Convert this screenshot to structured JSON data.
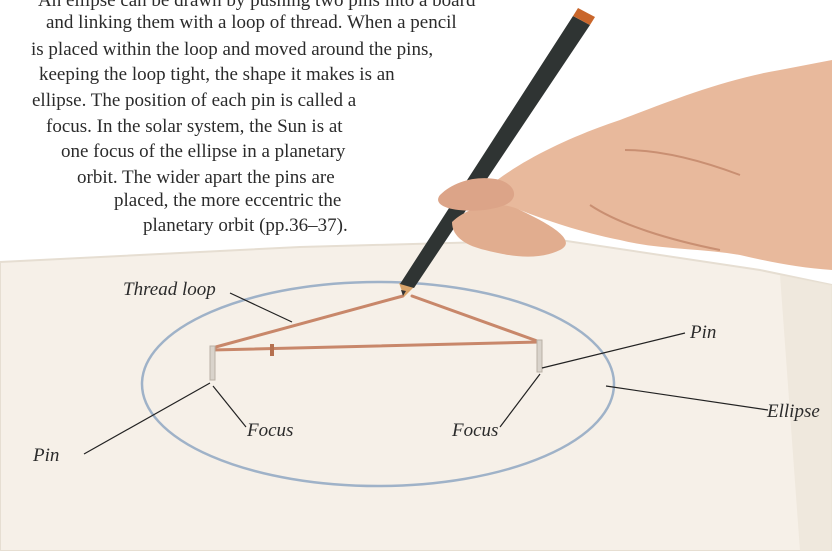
{
  "caption": {
    "lines": [
      "An ellipse can be drawn by pushing two pins into a board",
      "and linking them with a loop of thread. When a pencil",
      "is placed within the loop and moved around the pins,",
      "keeping the loop tight, the shape it makes is an",
      "ellipse. The position of each pin is called a",
      "focus. In the solar system, the Sun is at",
      "one focus of the ellipse in a planetary",
      "orbit. The wider apart the pins are",
      "placed, the more eccentric the",
      "planetary orbit (pp.36–37)."
    ]
  },
  "labels": {
    "thread_loop": "Thread loop",
    "pin_right": "Pin",
    "ellipse": "Ellipse",
    "focus_left": "Focus",
    "focus_right": "Focus",
    "pin_left": "Pin"
  },
  "colors": {
    "paper": "#f6f0e8",
    "paper_shadow": "#e6ded2",
    "ellipse_stroke": "#9fb2c8",
    "thread": "#c8876a",
    "pencil_body": "#2f3433",
    "pencil_wood": "#d9a36a",
    "skin": "#e8b99c",
    "leader": "#222222"
  },
  "icons": [
    "hand-illustration",
    "pencil-icon",
    "pin-icon"
  ]
}
